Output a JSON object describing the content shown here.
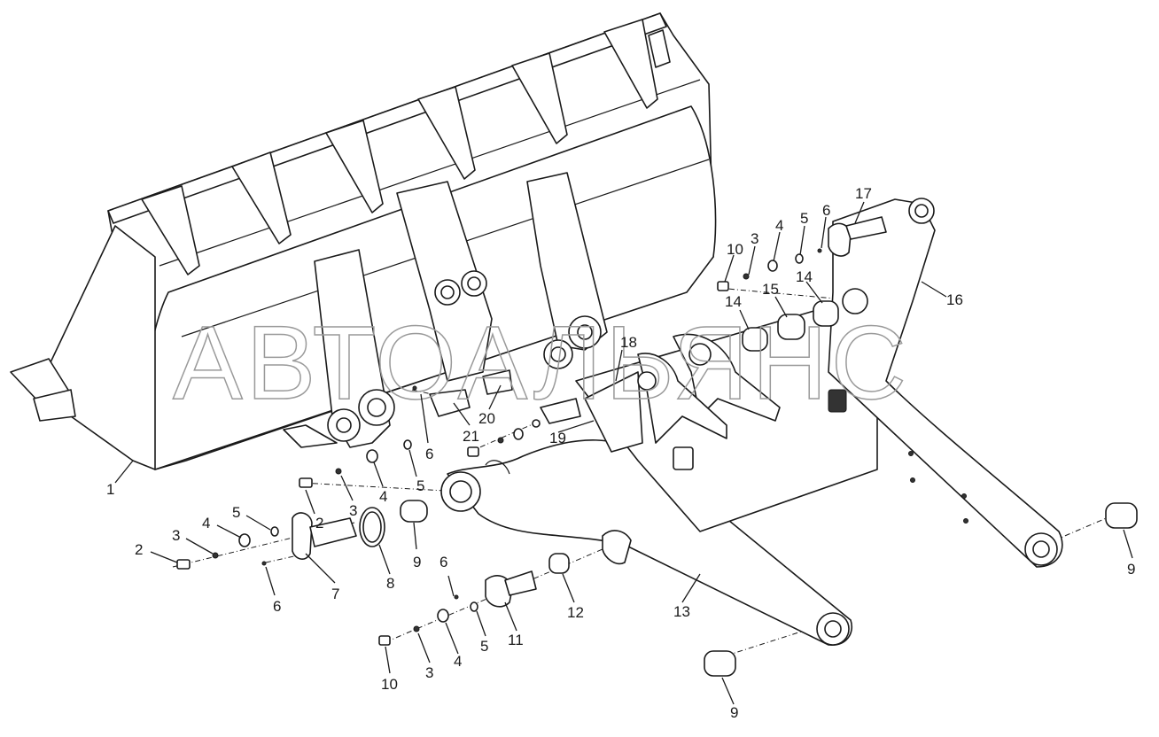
{
  "watermark": "АВТОАЛЬЯНС",
  "callouts": {
    "c1": "1",
    "c2a": "2",
    "c3a": "3",
    "c4a": "4",
    "c5a": "5",
    "c6a": "6",
    "c7": "7",
    "c2b": "2",
    "c3b": "3",
    "c4b": "4",
    "c5b": "5",
    "c8": "8",
    "c9a": "9",
    "c6b": "6",
    "c21": "21",
    "c20": "20",
    "c19": "19",
    "c18": "18",
    "c10a": "10",
    "c3c": "3",
    "c4c": "4",
    "c5c": "5",
    "c6c": "6",
    "c17": "17",
    "c14a": "14",
    "c15": "15",
    "c14b": "14",
    "c16": "16",
    "c6d": "6",
    "c11": "11",
    "c12": "12",
    "c13": "13",
    "c10b": "10",
    "c3d": "3",
    "c4d": "4",
    "c5d": "5",
    "c9b": "9",
    "c9c": "9"
  }
}
